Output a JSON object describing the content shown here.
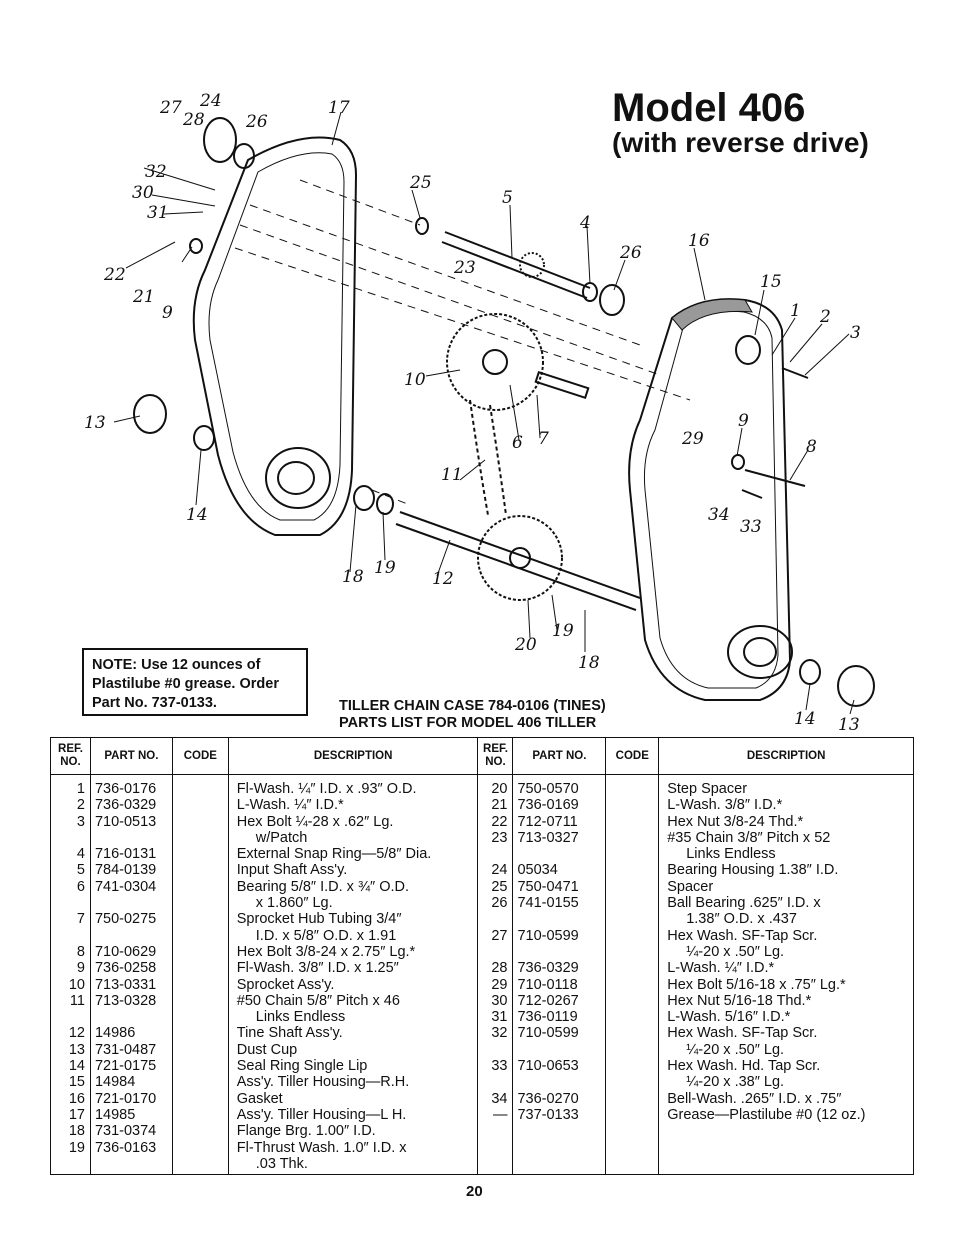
{
  "title": "Model 406",
  "subtitle": "(with reverse drive)",
  "note": {
    "line1": "NOTE: Use 12 ounces of",
    "line2": "Plastilube #0 grease. Order",
    "line3": "Part No. 737-0133."
  },
  "caption": {
    "line1": "TILLER CHAIN CASE 784-0106 (TINES)",
    "line2": "PARTS LIST FOR MODEL 406 TILLER"
  },
  "callouts": [
    "27",
    "28",
    "24",
    "26",
    "17",
    "32",
    "30",
    "31",
    "22",
    "21",
    "9",
    "13",
    "14",
    "18",
    "19",
    "12",
    "10",
    "11",
    "6",
    "7",
    "25",
    "5",
    "23",
    "4",
    "26",
    "16",
    "15",
    "1",
    "2",
    "3",
    "9",
    "29",
    "8",
    "34",
    "33",
    "20",
    "19",
    "18",
    "14",
    "13"
  ],
  "table": {
    "headers": {
      "ref": "REF. NO.",
      "part": "PART NO.",
      "code": "CODE",
      "desc": "DESCRIPTION"
    },
    "left": [
      {
        "ref": "1",
        "part": "736-0176",
        "desc": [
          "Fl-Wash. ¼″ I.D. x .93″ O.D."
        ]
      },
      {
        "ref": "2",
        "part": "736-0329",
        "desc": [
          "L-Wash. ¼″ I.D.*"
        ]
      },
      {
        "ref": "3",
        "part": "710-0513",
        "desc": [
          "Hex Bolt ¼-28 x .62″ Lg.",
          "w/Patch"
        ]
      },
      {
        "ref": "4",
        "part": "716-0131",
        "desc": [
          "External Snap Ring—5/8″ Dia."
        ]
      },
      {
        "ref": "5",
        "part": "784-0139",
        "desc": [
          "Input Shaft Ass'y."
        ]
      },
      {
        "ref": "6",
        "part": "741-0304",
        "desc": [
          "Bearing 5/8″ I.D. x ¾″ O.D.",
          "x 1.860″ Lg."
        ]
      },
      {
        "ref": "7",
        "part": "750-0275",
        "desc": [
          "Sprocket Hub Tubing 3/4″",
          "I.D. x 5/8″ O.D. x 1.91"
        ]
      },
      {
        "ref": "8",
        "part": "710-0629",
        "desc": [
          "Hex Bolt 3/8-24 x 2.75″ Lg.*"
        ]
      },
      {
        "ref": "9",
        "part": "736-0258",
        "desc": [
          "Fl-Wash. 3/8″ I.D. x 1.25″"
        ]
      },
      {
        "ref": "10",
        "part": "713-0331",
        "desc": [
          "Sprocket Ass'y."
        ]
      },
      {
        "ref": "11",
        "part": "713-0328",
        "desc": [
          "#50 Chain 5/8″ Pitch x 46",
          "Links Endless"
        ]
      },
      {
        "ref": "12",
        "part": "14986",
        "desc": [
          "Tine Shaft Ass'y."
        ]
      },
      {
        "ref": "13",
        "part": "731-0487",
        "desc": [
          "Dust Cup"
        ]
      },
      {
        "ref": "14",
        "part": "721-0175",
        "desc": [
          "Seal Ring Single Lip"
        ]
      },
      {
        "ref": "15",
        "part": "14984",
        "desc": [
          "Ass'y. Tiller Housing—R.H."
        ]
      },
      {
        "ref": "16",
        "part": "721-0170",
        "desc": [
          "Gasket"
        ]
      },
      {
        "ref": "17",
        "part": "14985",
        "desc": [
          "Ass'y. Tiller Housing—L H."
        ]
      },
      {
        "ref": "18",
        "part": "731-0374",
        "desc": [
          "Flange Brg. 1.00″ I.D."
        ]
      },
      {
        "ref": "19",
        "part": "736-0163",
        "desc": [
          "Fl-Thrust Wash. 1.0″ I.D. x",
          ".03 Thk."
        ]
      }
    ],
    "right": [
      {
        "ref": "20",
        "part": "750-0570",
        "desc": [
          "Step Spacer"
        ]
      },
      {
        "ref": "21",
        "part": "736-0169",
        "desc": [
          "L-Wash. 3/8″ I.D.*"
        ]
      },
      {
        "ref": "22",
        "part": "712-0711",
        "desc": [
          "Hex Nut 3/8-24 Thd.*"
        ]
      },
      {
        "ref": "23",
        "part": "713-0327",
        "desc": [
          "#35 Chain 3/8″ Pitch x 52",
          "Links Endless"
        ]
      },
      {
        "ref": "24",
        "part": "05034",
        "desc": [
          "Bearing Housing 1.38″ I.D."
        ]
      },
      {
        "ref": "25",
        "part": "750-0471",
        "desc": [
          "Spacer"
        ]
      },
      {
        "ref": "26",
        "part": "741-0155",
        "desc": [
          "Ball Bearing .625″ I.D. x",
          "1.38″ O.D. x .437"
        ]
      },
      {
        "ref": "27",
        "part": "710-0599",
        "desc": [
          "Hex Wash. SF-Tap Scr.",
          "¼-20 x .50″ Lg."
        ]
      },
      {
        "ref": "28",
        "part": "736-0329",
        "desc": [
          "L-Wash. ¼″ I.D.*"
        ]
      },
      {
        "ref": "29",
        "part": "710-0118",
        "desc": [
          "Hex Bolt 5/16-18 x .75″ Lg.*"
        ]
      },
      {
        "ref": "30",
        "part": "712-0267",
        "desc": [
          "Hex Nut 5/16-18 Thd.*"
        ]
      },
      {
        "ref": "31",
        "part": "736-0119",
        "desc": [
          "L-Wash. 5/16″ I.D.*"
        ]
      },
      {
        "ref": "32",
        "part": "710-0599",
        "desc": [
          "Hex Wash. SF-Tap Scr.",
          "¼-20 x .50″ Lg."
        ]
      },
      {
        "ref": "33",
        "part": "710-0653",
        "desc": [
          "Hex Wash. Hd. Tap Scr.",
          "¼-20 x .38″ Lg."
        ]
      },
      {
        "ref": "34",
        "part": "736-0270",
        "desc": [
          "Bell-Wash. .265″ I.D. x .75″"
        ]
      },
      {
        "ref": "—",
        "part": "737-0133",
        "desc": [
          "Grease—Plastilube #0 (12 oz.)"
        ]
      }
    ]
  },
  "page_number": "20"
}
